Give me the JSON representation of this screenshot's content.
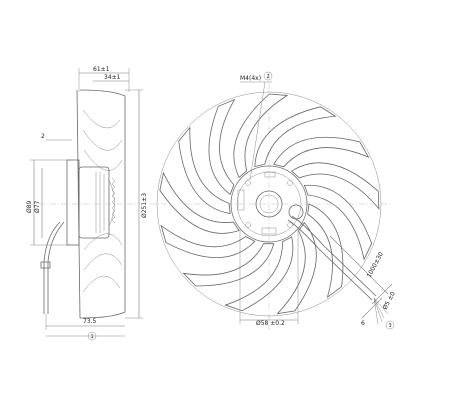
{
  "side_view": {
    "dims": {
      "overall_depth": "61±1",
      "hub_depth": "34±1",
      "flange_offset": "2",
      "dia_outer": "Ø251±3",
      "dia_hub_a": "Ø89",
      "dia_hub_b": "Ø77",
      "cable_length_side": "73.5"
    },
    "callout_1": "1"
  },
  "front_view": {
    "mount_label": "M4(4x)",
    "callout_2": "2",
    "dia_bolt_circle": "Ø58 ±0.2",
    "cable_length": "1000±30",
    "wire_strip_a": "Ø5 ±0",
    "wire_strip_b": "6",
    "callout_3": "3",
    "blade_count": 13
  },
  "icons": [
    "fan-impeller-icon",
    "motor-hub-icon",
    "cable-icon"
  ]
}
